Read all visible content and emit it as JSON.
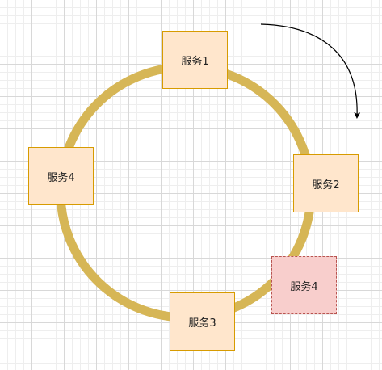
{
  "colors": {
    "ring": "#d6b656",
    "node_fill": "#ffe6cc",
    "node_border": "#d79b00",
    "new_node_fill": "#f8cecc",
    "new_node_border": "#b85450",
    "arrow": "#000000"
  },
  "nodes": {
    "service_1": "服务1",
    "service_2": "服务2",
    "service_3": "服务3",
    "service_4_left": "服务4",
    "service_4_new": "服务4"
  },
  "arrow": {
    "direction": "clockwise"
  }
}
